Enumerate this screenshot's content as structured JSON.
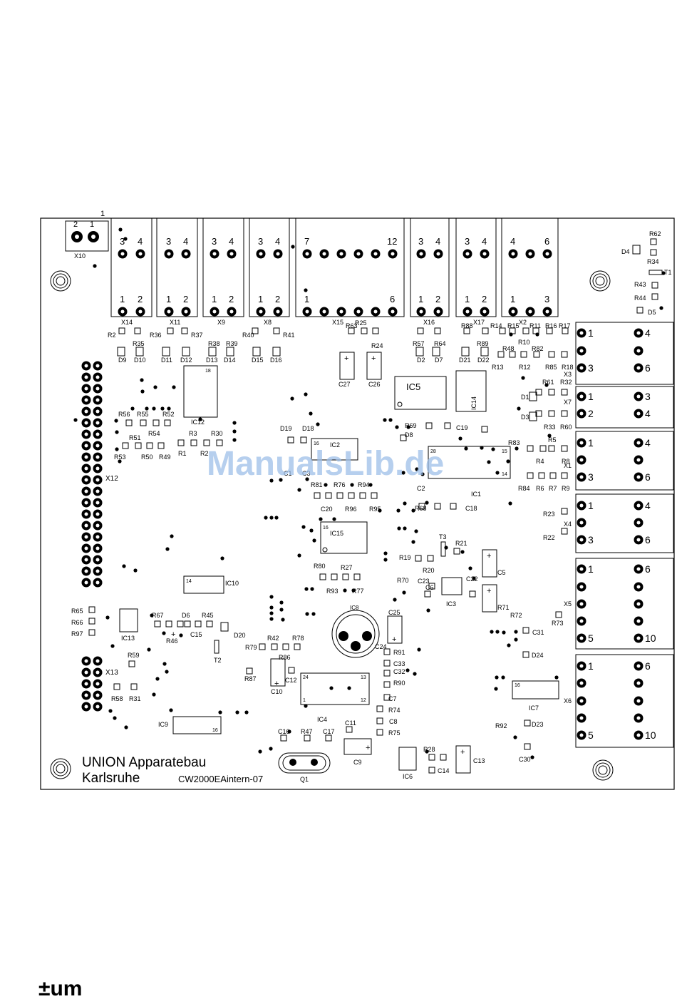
{
  "board": {
    "company_line1": "UNION Apparatebau",
    "company_line2": "Karlsruhe",
    "revision": "CW2000EAintern-07",
    "watermark": "ManualsLib.de",
    "footer_logo_text": "±um"
  },
  "top_connectors": [
    {
      "name": "X14",
      "top": [
        "3",
        "4"
      ],
      "bottom": [
        "1",
        "2"
      ]
    },
    {
      "name": "X11",
      "top": [
        "3",
        "4"
      ],
      "bottom": [
        "1",
        "2"
      ]
    },
    {
      "name": "X9",
      "top": [
        "3",
        "4"
      ],
      "bottom": [
        "1",
        "2"
      ]
    },
    {
      "name": "X8",
      "top": [
        "3",
        "4"
      ],
      "bottom": [
        "1",
        "2"
      ]
    },
    {
      "name": "X15",
      "top": [
        "7",
        "12"
      ],
      "bottom": [
        "1",
        "6"
      ]
    },
    {
      "name": "X16",
      "top": [
        "3",
        "4"
      ],
      "bottom": [
        "1",
        "2"
      ]
    },
    {
      "name": "X17",
      "top": [
        "3",
        "4"
      ],
      "bottom": [
        "1",
        "2"
      ]
    },
    {
      "name": "X2",
      "top": [
        "4",
        "6"
      ],
      "bottom": [
        "1",
        "3"
      ]
    }
  ],
  "power_connector": {
    "name": "X10",
    "pins": [
      "2",
      "1"
    ],
    "pin1_mark": "1"
  },
  "right_connectors": [
    {
      "name": "X3",
      "labels": [
        "1",
        "4",
        "3",
        "6"
      ]
    },
    {
      "name": "X7",
      "labels": [
        "1",
        "3",
        "2",
        "4"
      ]
    },
    {
      "name": "X1",
      "labels": [
        "1",
        "4",
        "3",
        "6"
      ]
    },
    {
      "name": "X4",
      "labels": [
        "1",
        "4",
        "3",
        "6"
      ]
    },
    {
      "name": "X5",
      "labels": [
        "1",
        "6",
        "5",
        "10"
      ]
    },
    {
      "name": "X6",
      "labels": [
        "1",
        "6",
        "5",
        "10"
      ]
    }
  ],
  "left_headers": [
    {
      "name": "X12"
    },
    {
      "name": "X13"
    }
  ],
  "ics": [
    {
      "name": "IC12",
      "pin": "18"
    },
    {
      "name": "IC5",
      "pin": ""
    },
    {
      "name": "IC14",
      "pin": ""
    },
    {
      "name": "IC2",
      "pin": "16"
    },
    {
      "name": "IC1",
      "pin": "28"
    },
    {
      "name": "IC15",
      "pin": "16"
    },
    {
      "name": "IC10",
      "pin": "14"
    },
    {
      "name": "IC13",
      "pin": ""
    },
    {
      "name": "IC3",
      "pin": ""
    },
    {
      "name": "IC8",
      "pin": ""
    },
    {
      "name": "IC4",
      "pin": "24"
    },
    {
      "name": "IC7",
      "pin": "16"
    },
    {
      "name": "IC9",
      "pin": "16"
    },
    {
      "name": "IC6",
      "pin": ""
    },
    {
      "name": "Q1",
      "pin": ""
    }
  ],
  "ref_labels": [
    "R2",
    "R36",
    "R37",
    "R40",
    "R41",
    "R35",
    "R38",
    "R39",
    "D9",
    "D10",
    "D11",
    "D12",
    "D13",
    "D14",
    "D15",
    "D16",
    "R63",
    "R25",
    "R24",
    "C27",
    "C26",
    "R57",
    "R64",
    "D2",
    "D7",
    "R88",
    "R89",
    "D21",
    "D22",
    "R14",
    "R15",
    "R11",
    "R16",
    "R17",
    "R10",
    "R48",
    "R82",
    "R13",
    "R12",
    "R85",
    "R18",
    "R61",
    "R32",
    "D1",
    "D3",
    "R33",
    "R60",
    "R56",
    "R55",
    "R52",
    "R51",
    "R54",
    "R3",
    "R30",
    "R53",
    "R50",
    "R49",
    "R1",
    "R2",
    "D19",
    "D18",
    "R69",
    "D8",
    "C19",
    "C1",
    "C3",
    "C2",
    "R83",
    "R5",
    "R4",
    "R8",
    "R84",
    "R6",
    "R7",
    "R9",
    "R81",
    "R76",
    "R94",
    "C20",
    "R96",
    "R95",
    "R68",
    "C18",
    "R23",
    "R22",
    "T3",
    "R21",
    "R19",
    "R20",
    "C22",
    "C5",
    "C6",
    "R71",
    "C23",
    "R80",
    "R27",
    "R93",
    "R77",
    "R70",
    "R65",
    "R66",
    "R97",
    "R67",
    "D6",
    "R45",
    "R46",
    "C15",
    "D20",
    "T2",
    "R42",
    "R78",
    "R79",
    "R86",
    "C12",
    "C10",
    "R87",
    "C25",
    "C24",
    "R91",
    "C33",
    "C32",
    "R90",
    "C7",
    "R74",
    "C8",
    "R75",
    "R72",
    "C31",
    "R73",
    "D24",
    "R92",
    "D23",
    "C30",
    "R59",
    "R58",
    "R31",
    "C16",
    "R47",
    "C17",
    "C11",
    "C9",
    "R28",
    "C14",
    "C13",
    "D4",
    "R62",
    "R34",
    "T1",
    "R43",
    "R44",
    "D5"
  ]
}
